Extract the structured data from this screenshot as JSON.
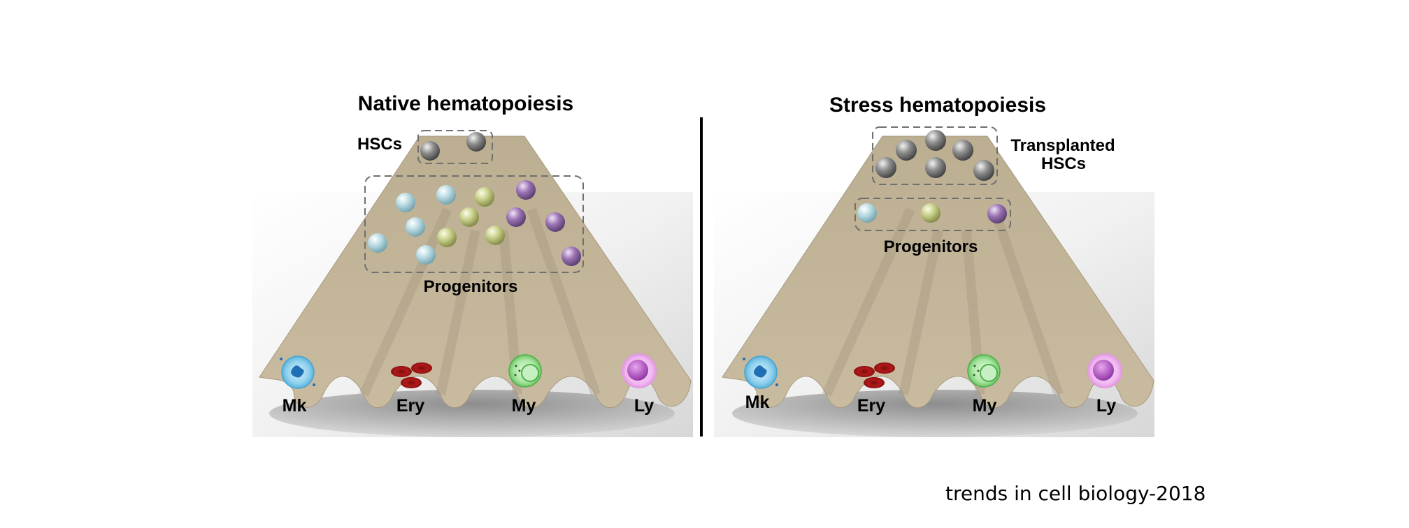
{
  "panels": [
    {
      "title": "Native hematopoiesis",
      "stem_label": "HSCs",
      "progenitor_label": "Progenitors",
      "lineages": [
        "Mk",
        "Ery",
        "My",
        "Ly"
      ]
    },
    {
      "title": "Stress hematopoiesis",
      "stem_label_line1": "Transplanted",
      "stem_label_line2": "HSCs",
      "progenitor_label": "Progenitors",
      "lineages": [
        "Mk",
        "Ery",
        "My",
        "Ly"
      ]
    }
  ],
  "caption": "trends in cell biology-2018",
  "colors": {
    "landscape": "#c2b497",
    "hsc": "#8a8a8a",
    "mk_progenitor": "#b6d8e0",
    "ery_progenitor": "#c9d08a",
    "ly_progenitor": "#9a72b2",
    "divider": "#000000"
  }
}
